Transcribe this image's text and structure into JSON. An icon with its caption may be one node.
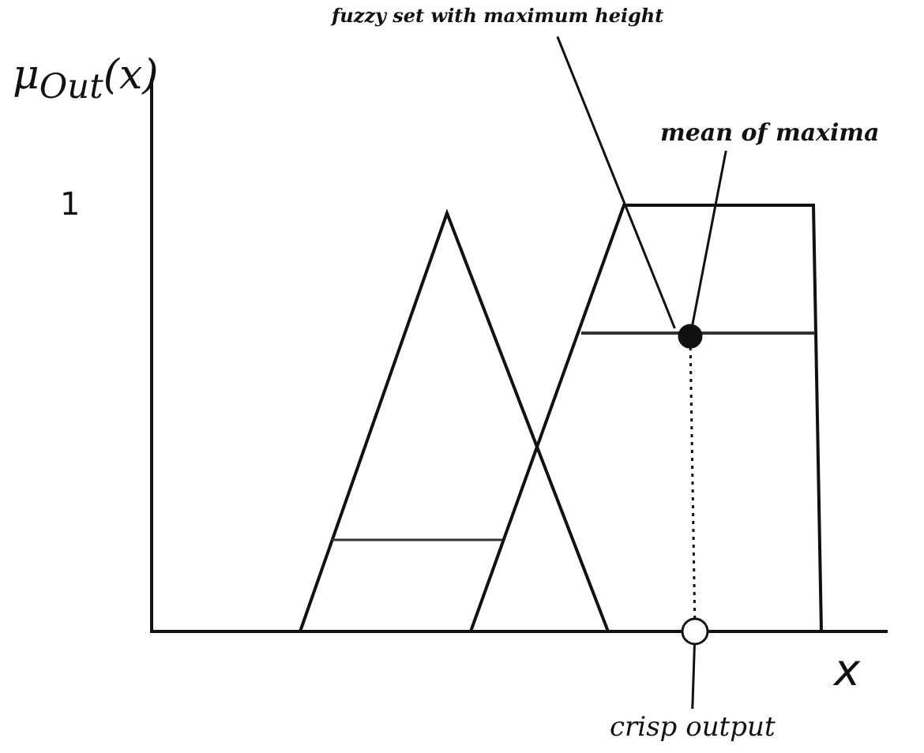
{
  "diagram": {
    "nodes": [
      {
        "text": [
          "fuzzy set with maximum height"
        ]
      },
      {
        "text": [],
        "shape": "bar"
      },
      {
        "text": [
          "mean of maxima"
        ]
      },
      {
        "text": [],
        "shape": "circle"
      },
      {
        "text": [
          "crisp output"
        ]
      },
      {
        "text": [],
        "shape": "circle"
      }
    ],
    "edges": [
      {
        "from": 0,
        "to": 1,
        "arrow": "none"
      },
      {
        "from": 2,
        "to": 3,
        "arrow": "none"
      },
      {
        "from": 3,
        "to": 5,
        "arrow": "none",
        "style": "dashed"
      },
      {
        "from": 4,
        "to": 5,
        "arrow": "none"
      }
    ],
    "labels": [
      "μ$_{Out}$(x)",
      "1",
      "x"
    ]
  }
}
